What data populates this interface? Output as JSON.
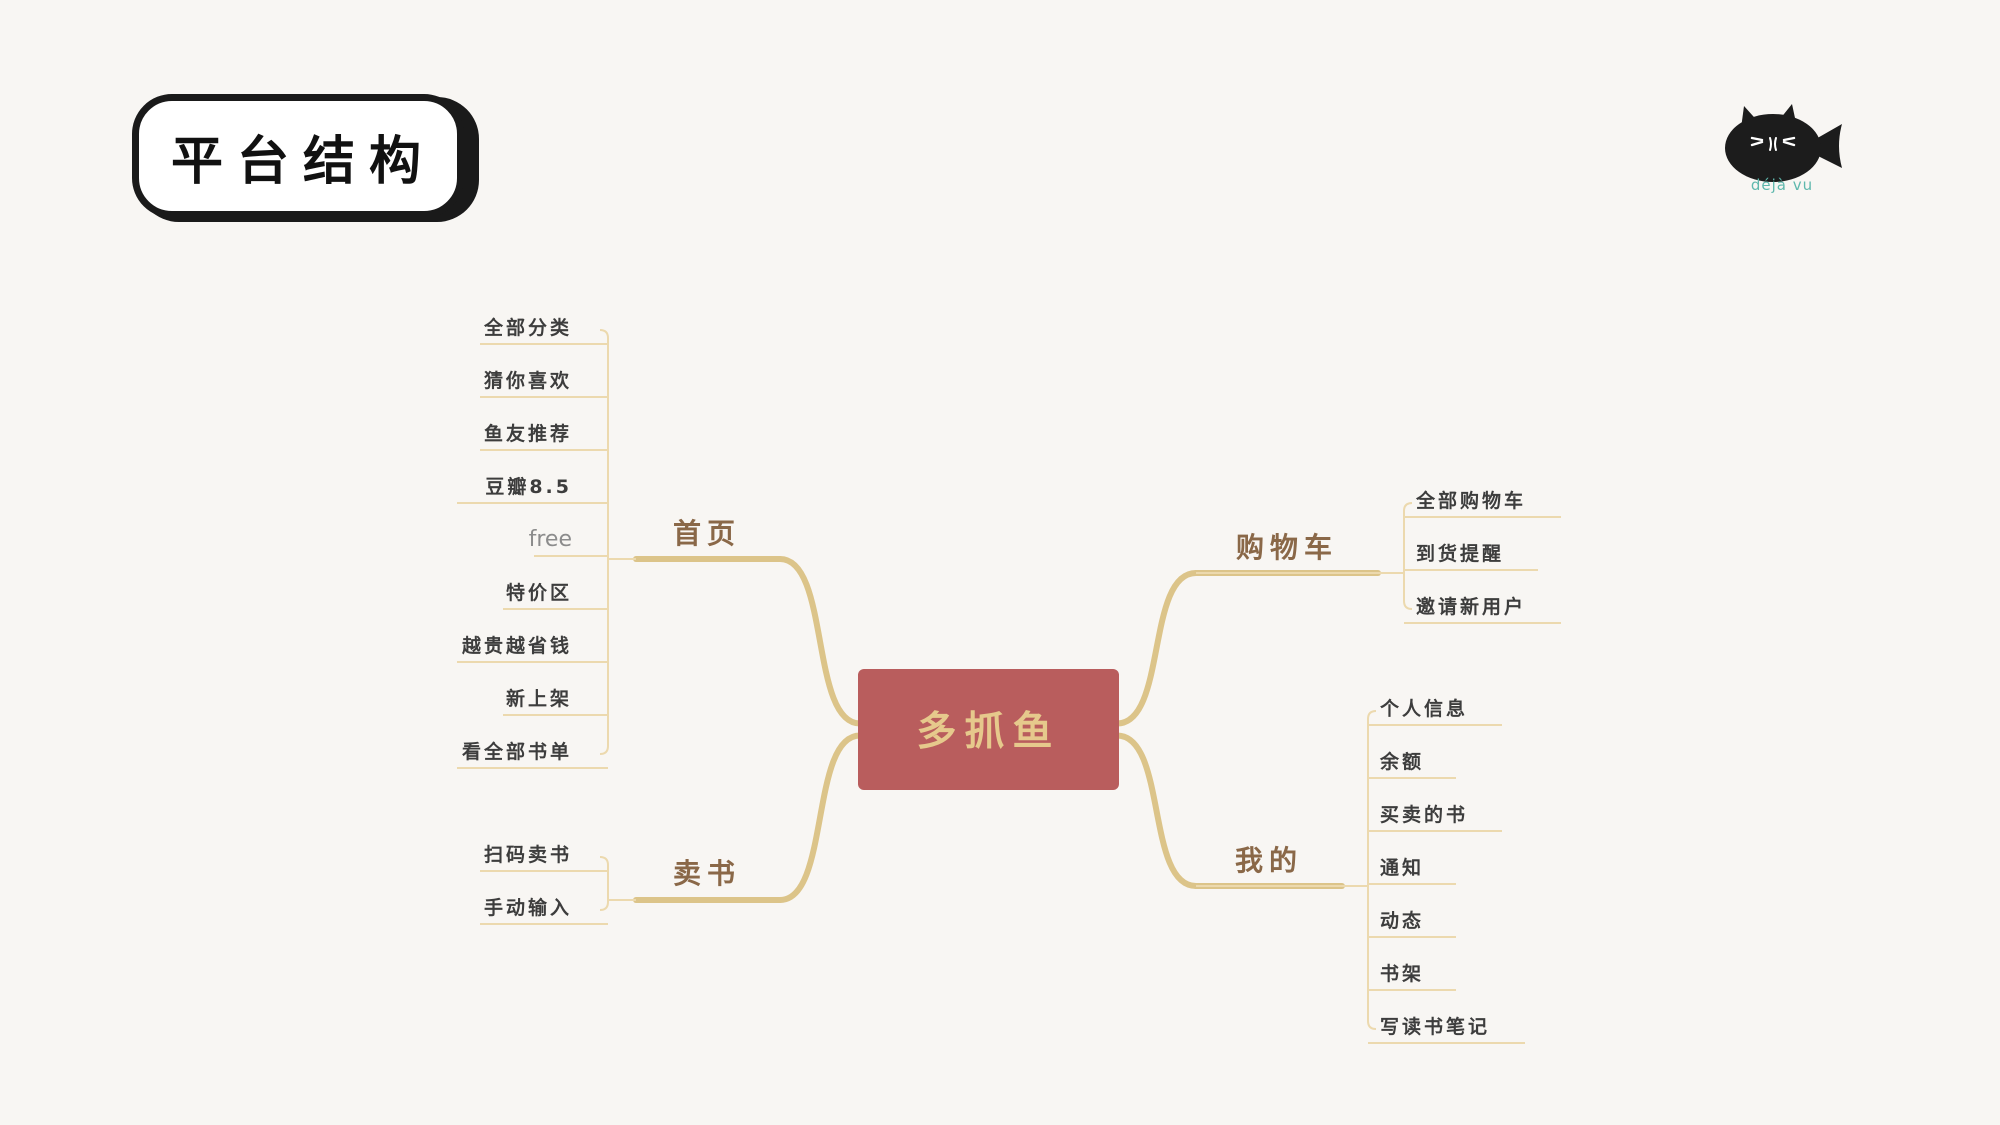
{
  "title": "平台结构",
  "logo": {
    "text": "déjà vu",
    "icon": "cat-fish-icon"
  },
  "mindmap": {
    "center": "多抓鱼",
    "colors": {
      "center_fill": "#b95d5d",
      "center_text": "#e6c98c",
      "branch_line": "#dcc489",
      "leaf_line": "#ecd9ae",
      "branch_text": "#8a6848",
      "leaf_text": "#3d3d3d",
      "light_text": "#8c8c8c"
    },
    "branches": [
      {
        "label": "首页",
        "side": "left",
        "children": [
          "全部分类",
          "猜你喜欢",
          "鱼友推荐",
          "豆瓣8.5",
          "free",
          "特价区",
          "越贵越省钱",
          "新上架",
          "看全部书单"
        ]
      },
      {
        "label": "卖书",
        "side": "left",
        "children": [
          "扫码卖书",
          "手动输入"
        ]
      },
      {
        "label": "购物车",
        "side": "right",
        "children": [
          "全部购物车",
          "到货提醒",
          "邀请新用户"
        ]
      },
      {
        "label": "我的",
        "side": "right",
        "children": [
          "个人信息",
          "余额",
          "买卖的书",
          "通知",
          "动态",
          "书架",
          "写读书笔记"
        ]
      }
    ]
  }
}
